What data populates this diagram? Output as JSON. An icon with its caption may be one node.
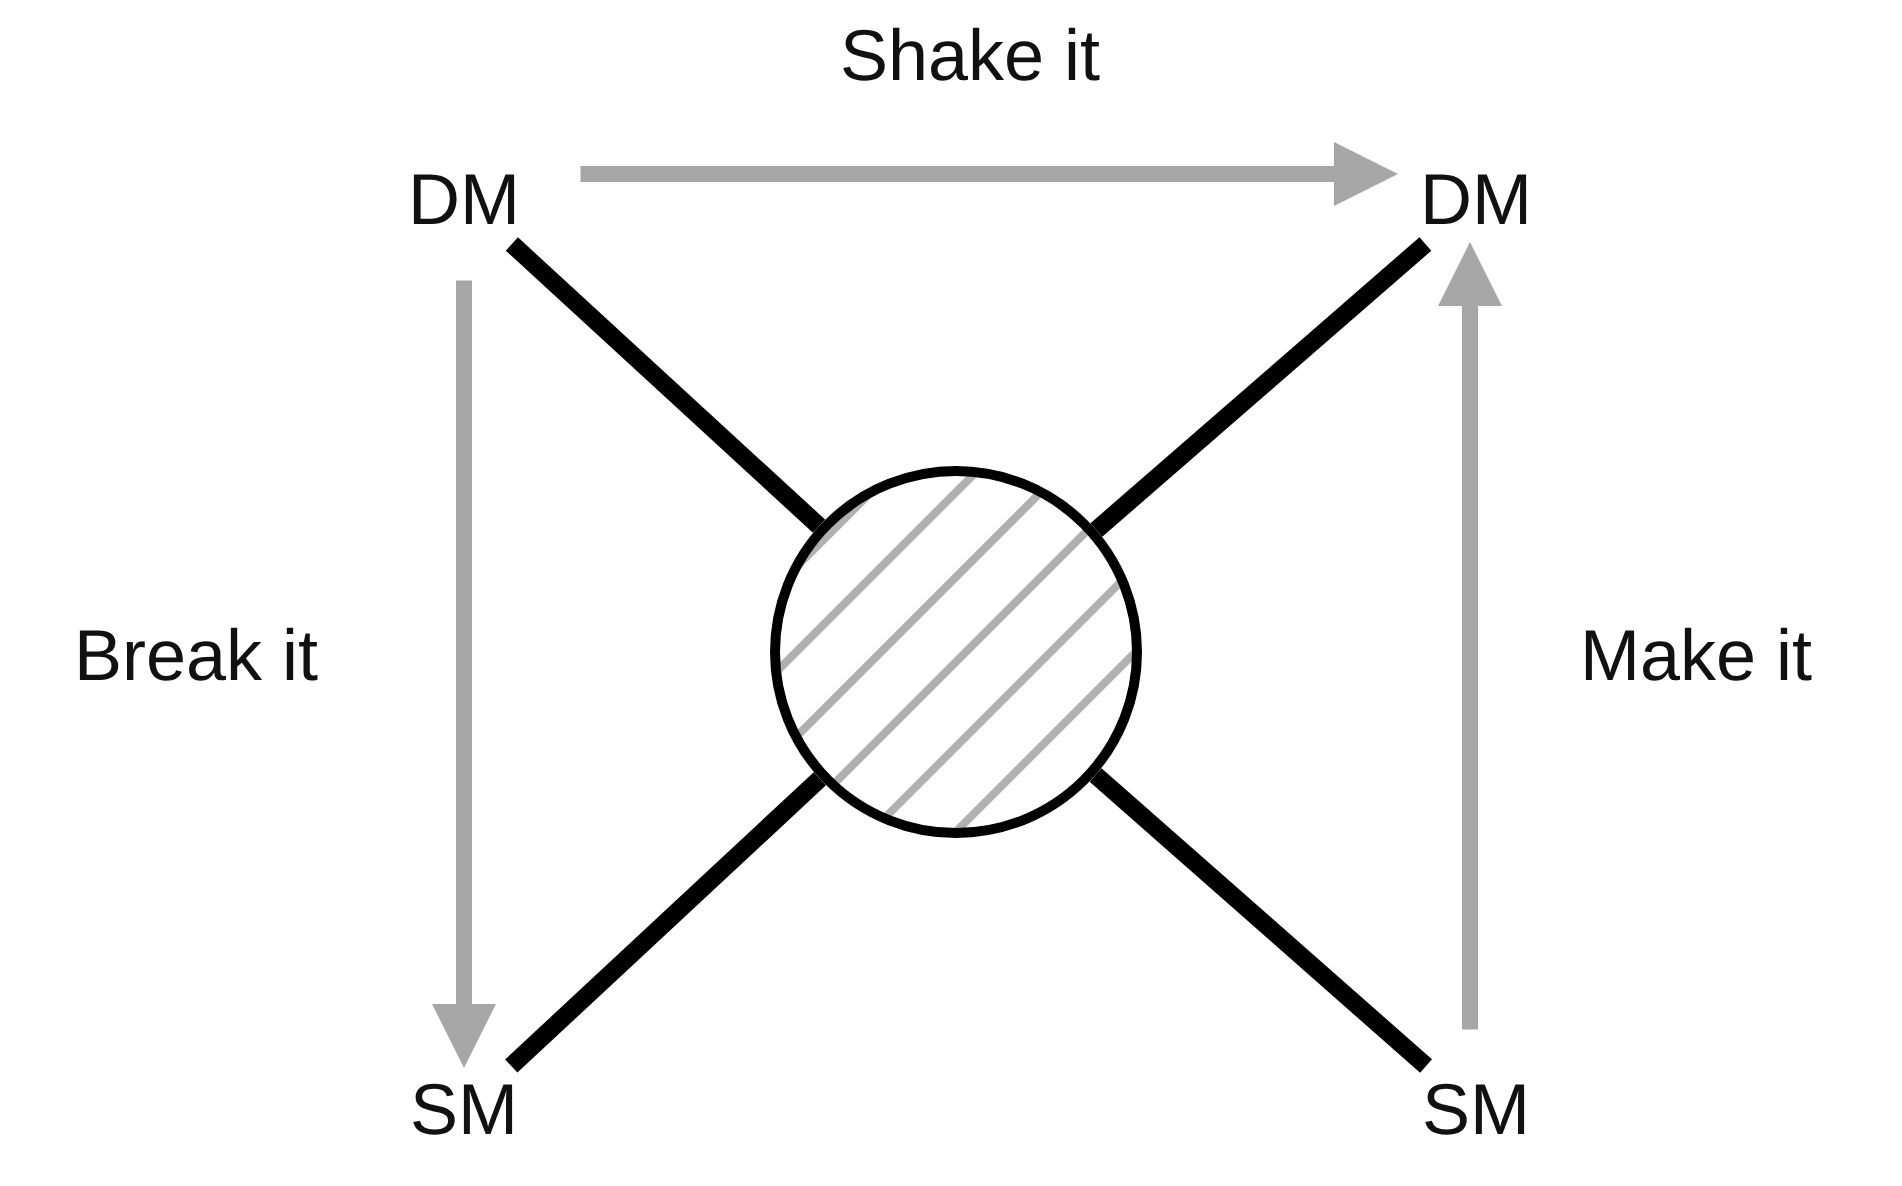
{
  "diagram": {
    "nodes": [
      {
        "text": [
          "DM"
        ]
      },
      {
        "text": [
          "DM"
        ]
      },
      {
        "text": [
          "SM"
        ]
      },
      {
        "text": [
          "SM"
        ]
      },
      {
        "text": [],
        "shape": "circle"
      }
    ],
    "edges": [
      {
        "from": 0,
        "to": 4,
        "arrow": "none"
      },
      {
        "from": 1,
        "to": 4,
        "arrow": "none"
      },
      {
        "from": 2,
        "to": 4,
        "arrow": "none"
      },
      {
        "from": 3,
        "to": 4,
        "arrow": "none"
      },
      {
        "from": 0,
        "to": 1,
        "arrow": "to",
        "label": "Shake it",
        "color": "#a6a6a6"
      },
      {
        "from": 0,
        "to": 2,
        "arrow": "to",
        "label": "Break it",
        "color": "#a6a6a6"
      },
      {
        "from": 3,
        "to": 1,
        "arrow": "to",
        "label": "Make it",
        "color": "#a6a6a6"
      }
    ]
  }
}
